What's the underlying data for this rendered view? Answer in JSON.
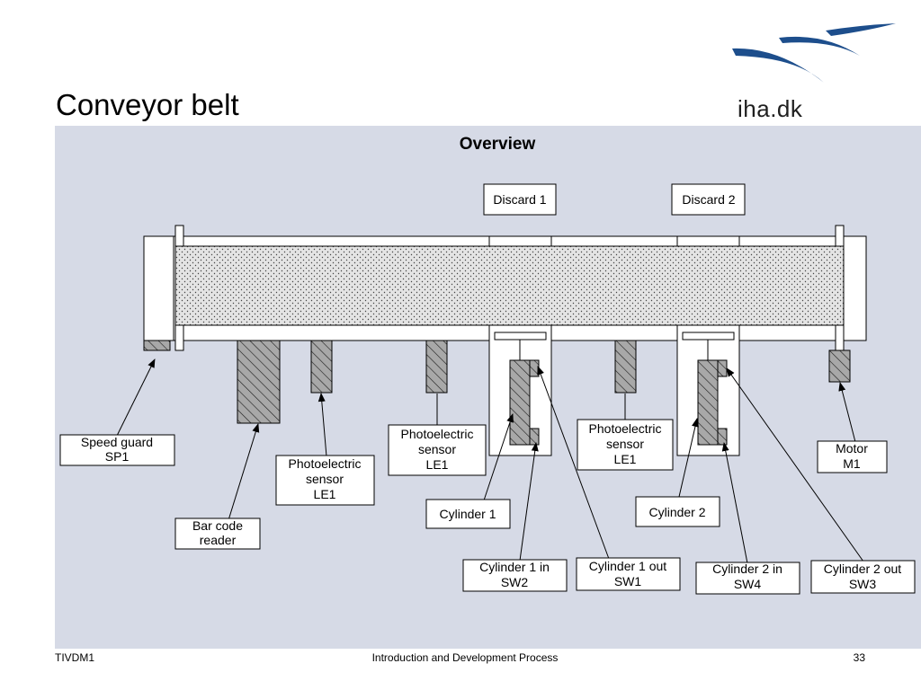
{
  "slide": {
    "title": "Conveyor belt",
    "logo_text": "iha.dk"
  },
  "diagram": {
    "heading": "Overview",
    "components": {
      "discard_1": [
        "Discard 1"
      ],
      "discard_2": [
        "Discard 2"
      ],
      "speed_guard": [
        "Speed guard",
        "SP1"
      ],
      "bar_code_reader": [
        "Bar code",
        "reader"
      ],
      "photo_sensor_a": [
        "Photoelectric",
        "sensor",
        "LE1"
      ],
      "photo_sensor_b": [
        "Photoelectric",
        "sensor",
        "LE1"
      ],
      "photo_sensor_c": [
        "Photoelectric",
        "sensor",
        "LE1"
      ],
      "cylinder_1": [
        "Cylinder 1"
      ],
      "cylinder_2": [
        "Cylinder 2"
      ],
      "cylinder_1_in": [
        "Cylinder 1 in",
        "SW2"
      ],
      "cylinder_1_out": [
        "Cylinder 1 out",
        "SW1"
      ],
      "cylinder_2_in": [
        "Cylinder 2 in",
        "SW4"
      ],
      "cylinder_2_out": [
        "Cylinder 2 out",
        "SW3"
      ],
      "motor": [
        "Motor",
        "M1"
      ]
    }
  },
  "footer": {
    "left": "TIVDM1",
    "center": "Introduction and Development Process",
    "page": "33"
  },
  "colors": {
    "panel_bg": "#d6dae6",
    "logo_blue": "#1d4e8c",
    "hatch_fill": "#a8a8a8"
  }
}
